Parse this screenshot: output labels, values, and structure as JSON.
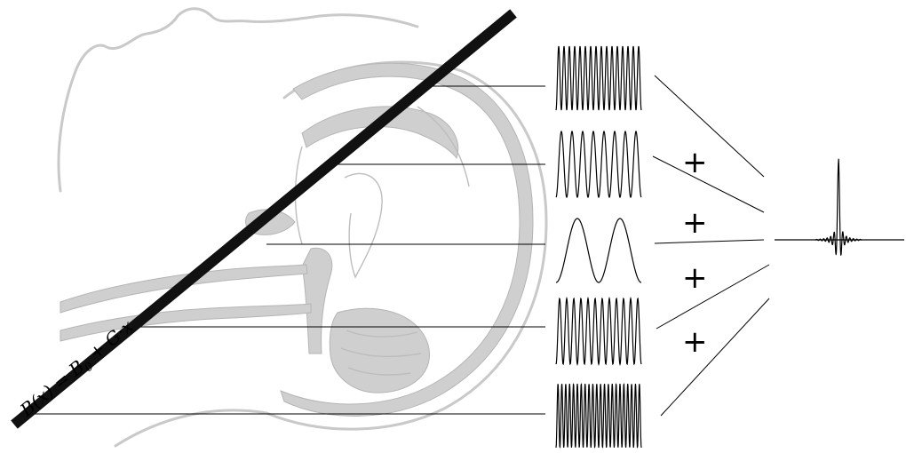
{
  "formula": {
    "prefix": "B(x) = B",
    "sub": "0",
    "suffix": " + G·x"
  },
  "signals": [
    {
      "name": "high-frequency-signal-1",
      "cycles": 16
    },
    {
      "name": "medium-frequency-signal",
      "cycles": 8
    },
    {
      "name": "low-frequency-signal",
      "cycles": 2
    },
    {
      "name": "high-frequency-signal-2",
      "cycles": 12
    },
    {
      "name": "highest-frequency-signal",
      "cycles": 22
    }
  ],
  "operator": "+",
  "colors": {
    "gradient_bar": "#111111",
    "anatomy": "#c9c9c9",
    "lines": "#000000"
  }
}
